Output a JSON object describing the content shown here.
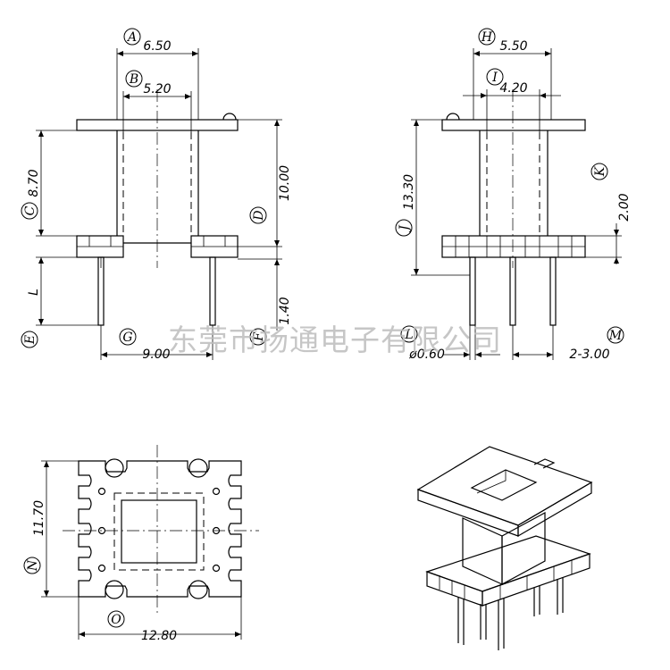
{
  "dimensions": {
    "A": "6.50",
    "B": "5.20",
    "C": "8.70",
    "D": "10.00",
    "E": "L",
    "F": "1.40",
    "G": "9.00",
    "H": "5.50",
    "I": "4.20",
    "J": "13.30",
    "K": "2.00",
    "L": "ø0.60",
    "M": "2-3.00",
    "N": "11.70",
    "O": "12.80"
  },
  "labels": [
    "A",
    "B",
    "C",
    "D",
    "E",
    "F",
    "G",
    "H",
    "I",
    "J",
    "K",
    "L",
    "M",
    "N",
    "O"
  ],
  "watermark": "东莞市扬通电子有限公司"
}
